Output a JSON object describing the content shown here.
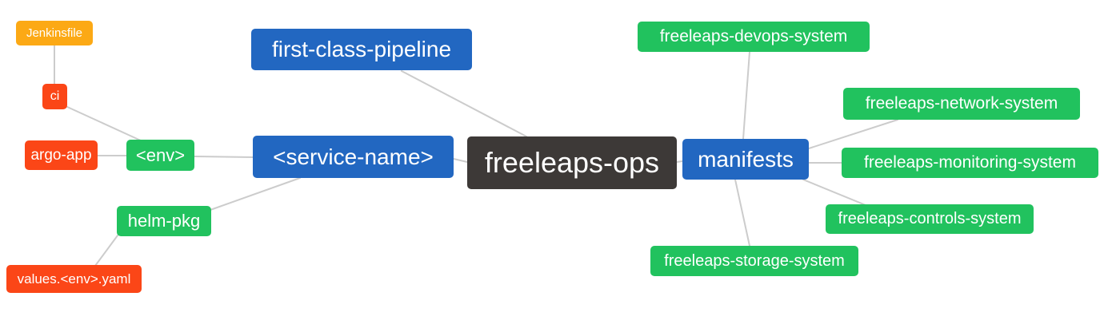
{
  "diagram": {
    "type": "mindmap",
    "background_color": "#ffffff",
    "edge_color": "#cccccc",
    "node_colors": {
      "root_dark": "#3d3937",
      "branch_blue": "#2267c1",
      "leaf_green": "#21c25e",
      "leaf_red": "#fb4617",
      "leaf_amber": "#fca915"
    },
    "nodes": {
      "freeleaps_ops": {
        "label": "freeleaps-ops",
        "color": "#3d3937"
      },
      "first_class_pipeline": {
        "label": "first-class-pipeline",
        "color": "#2267c1"
      },
      "service_name": {
        "label": "<service-name>",
        "color": "#2267c1"
      },
      "manifests": {
        "label": "manifests",
        "color": "#2267c1"
      },
      "env": {
        "label": "<env>",
        "color": "#21c25e"
      },
      "helm_pkg": {
        "label": "helm-pkg",
        "color": "#21c25e"
      },
      "ci": {
        "label": "ci",
        "color": "#fb4617"
      },
      "argo_app": {
        "label": "argo-app",
        "color": "#fb4617"
      },
      "values_env_yaml": {
        "label": "values.<env>.yaml",
        "color": "#fb4617"
      },
      "jenkinsfile": {
        "label": "Jenkinsfile",
        "color": "#fca915"
      },
      "devops_system": {
        "label": "freeleaps-devops-system",
        "color": "#21c25e"
      },
      "network_system": {
        "label": "freeleaps-network-system",
        "color": "#21c25e"
      },
      "monitoring_system": {
        "label": "freeleaps-monitoring-system",
        "color": "#21c25e"
      },
      "controls_system": {
        "label": "freeleaps-controls-system",
        "color": "#21c25e"
      },
      "storage_system": {
        "label": "freeleaps-storage-system",
        "color": "#21c25e"
      }
    },
    "edges": [
      [
        "jenkinsfile",
        "ci"
      ],
      [
        "ci",
        "env"
      ],
      [
        "argo_app",
        "env"
      ],
      [
        "env",
        "service_name"
      ],
      [
        "helm_pkg",
        "service_name"
      ],
      [
        "values_env_yaml",
        "helm_pkg"
      ],
      [
        "first_class_pipeline",
        "freeleaps_ops"
      ],
      [
        "service_name",
        "freeleaps_ops"
      ],
      [
        "freeleaps_ops",
        "manifests"
      ],
      [
        "manifests",
        "devops_system"
      ],
      [
        "manifests",
        "network_system"
      ],
      [
        "manifests",
        "monitoring_system"
      ],
      [
        "manifests",
        "controls_system"
      ],
      [
        "manifests",
        "storage_system"
      ]
    ]
  }
}
